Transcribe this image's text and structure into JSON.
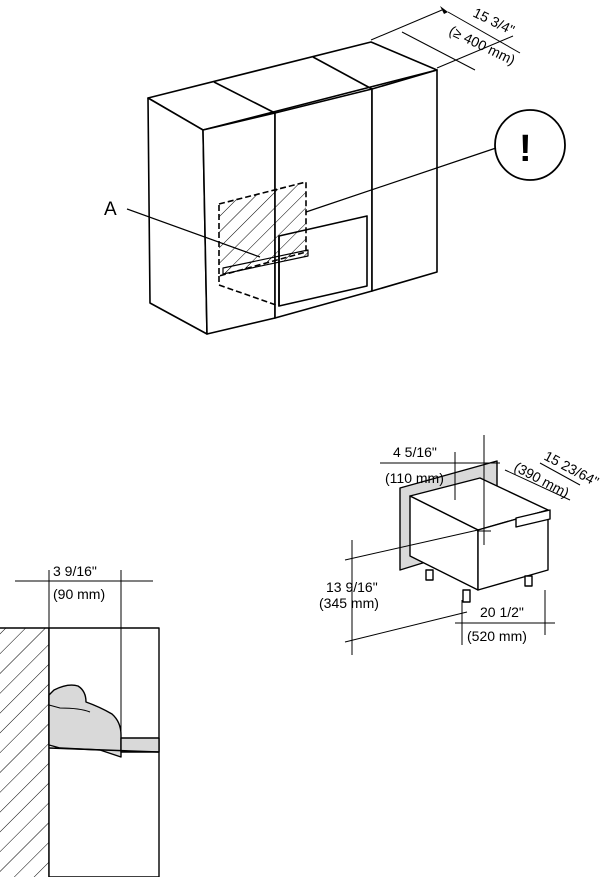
{
  "figure1": {
    "label_a": "A",
    "warning_symbol": "!",
    "depth_in": "15 3/4\"",
    "depth_mm": "(≥ 400 mm)"
  },
  "figure2": {
    "width_in": "4 5/16\"",
    "width_mm": "(110 mm)",
    "depth_in": "15 23/64\"",
    "depth_mm": "(390 mm)",
    "height_in": "13 9/16\"",
    "height_mm": "(345 mm)",
    "front_in": "20 1/2\"",
    "front_mm": "(520 mm)"
  },
  "figure3": {
    "offset_in": "3 9/16\"",
    "offset_mm": "(90 mm)"
  }
}
